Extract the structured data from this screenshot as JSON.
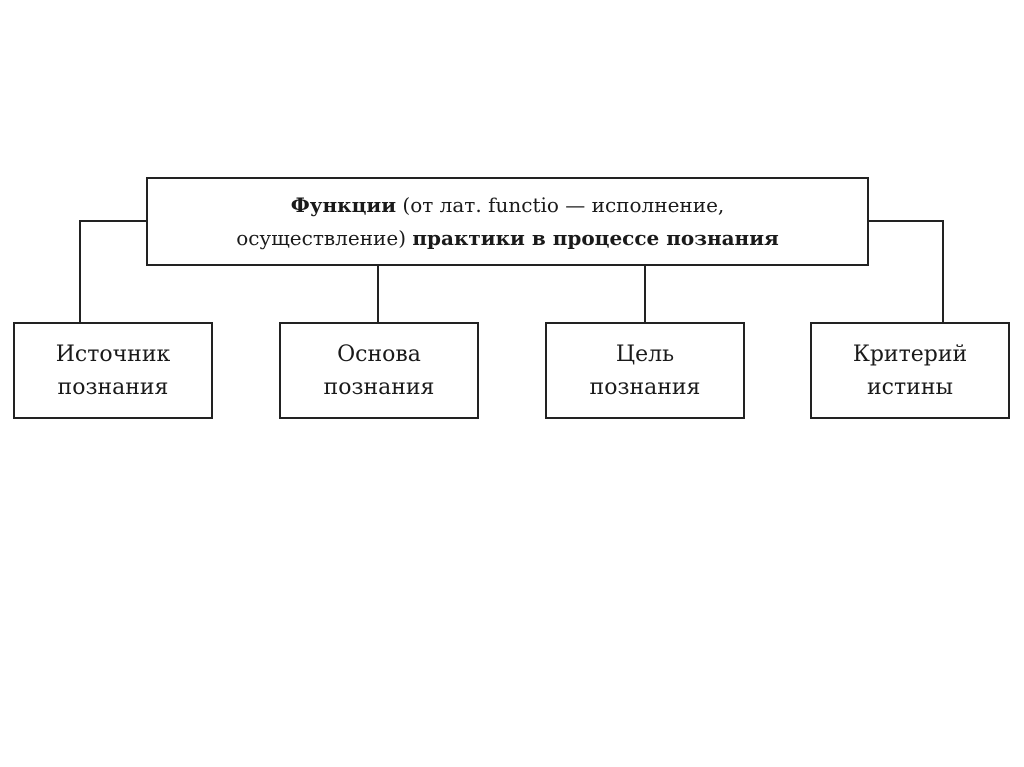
{
  "title": {
    "line1": {
      "bold": "Функции",
      "normal": " (от лат. functio — исполнение,"
    },
    "line2": {
      "normal": "осуществление) ",
      "bold": "практики в процессе познания"
    }
  },
  "children": [
    {
      "line1": "Источник",
      "line2": "познания"
    },
    {
      "line1": "Основа",
      "line2": "познания"
    },
    {
      "line1": "Цель",
      "line2": "познания"
    },
    {
      "line1": "Критерий",
      "line2": "истины"
    }
  ]
}
